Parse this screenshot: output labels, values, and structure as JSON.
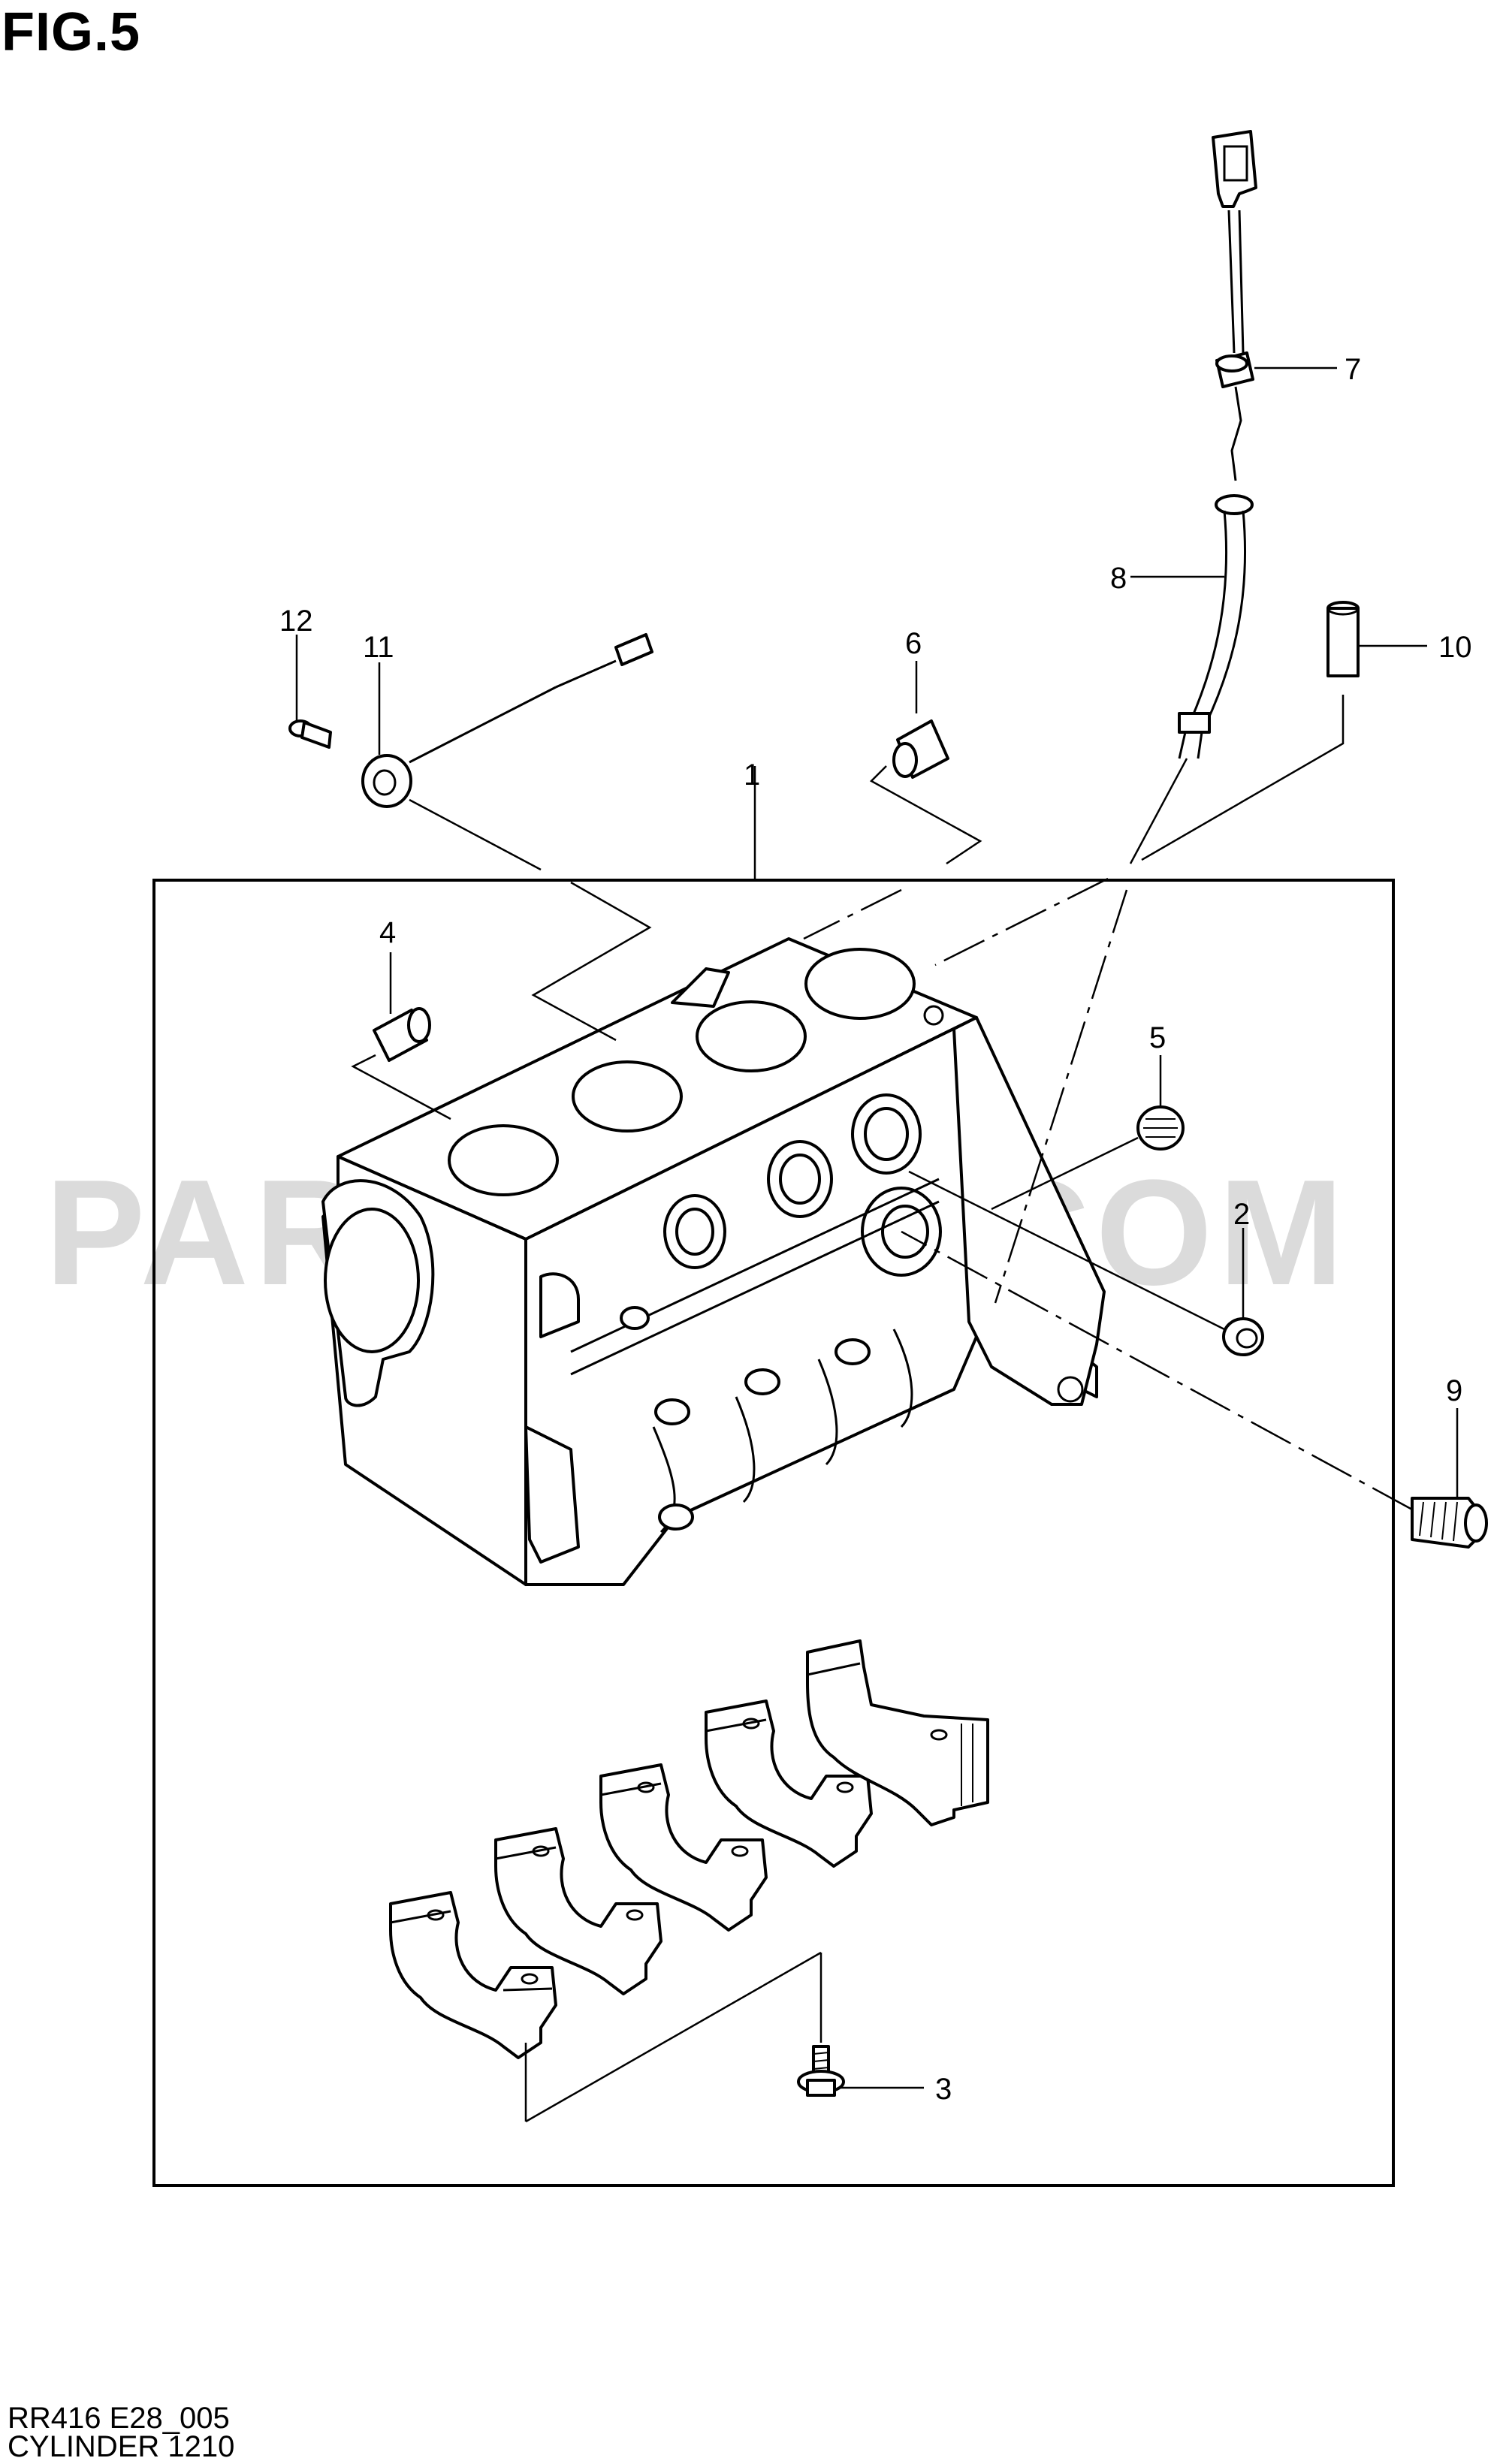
{
  "figure": {
    "title": "FIG.5"
  },
  "watermark": {
    "text": "PARTSOUQ.COM",
    "color": "#cfcfcf"
  },
  "callouts": [
    "1",
    "2",
    "3",
    "4",
    "5",
    "6",
    "7",
    "8",
    "9",
    "10",
    "11",
    "12"
  ],
  "footer": {
    "code": "RR416 E28_005",
    "name": "CYLINDER 1210"
  },
  "parts": [
    "cylinder-block",
    "oil-plug-gasket",
    "bearing-cap-bolt",
    "oil-gallery-plug",
    "blind-plug",
    "dowel-pin",
    "oil-level-gauge",
    "oil-gauge-guide",
    "drain-plug",
    "knock-pin",
    "knock-sensor",
    "sensor-bolt"
  ]
}
